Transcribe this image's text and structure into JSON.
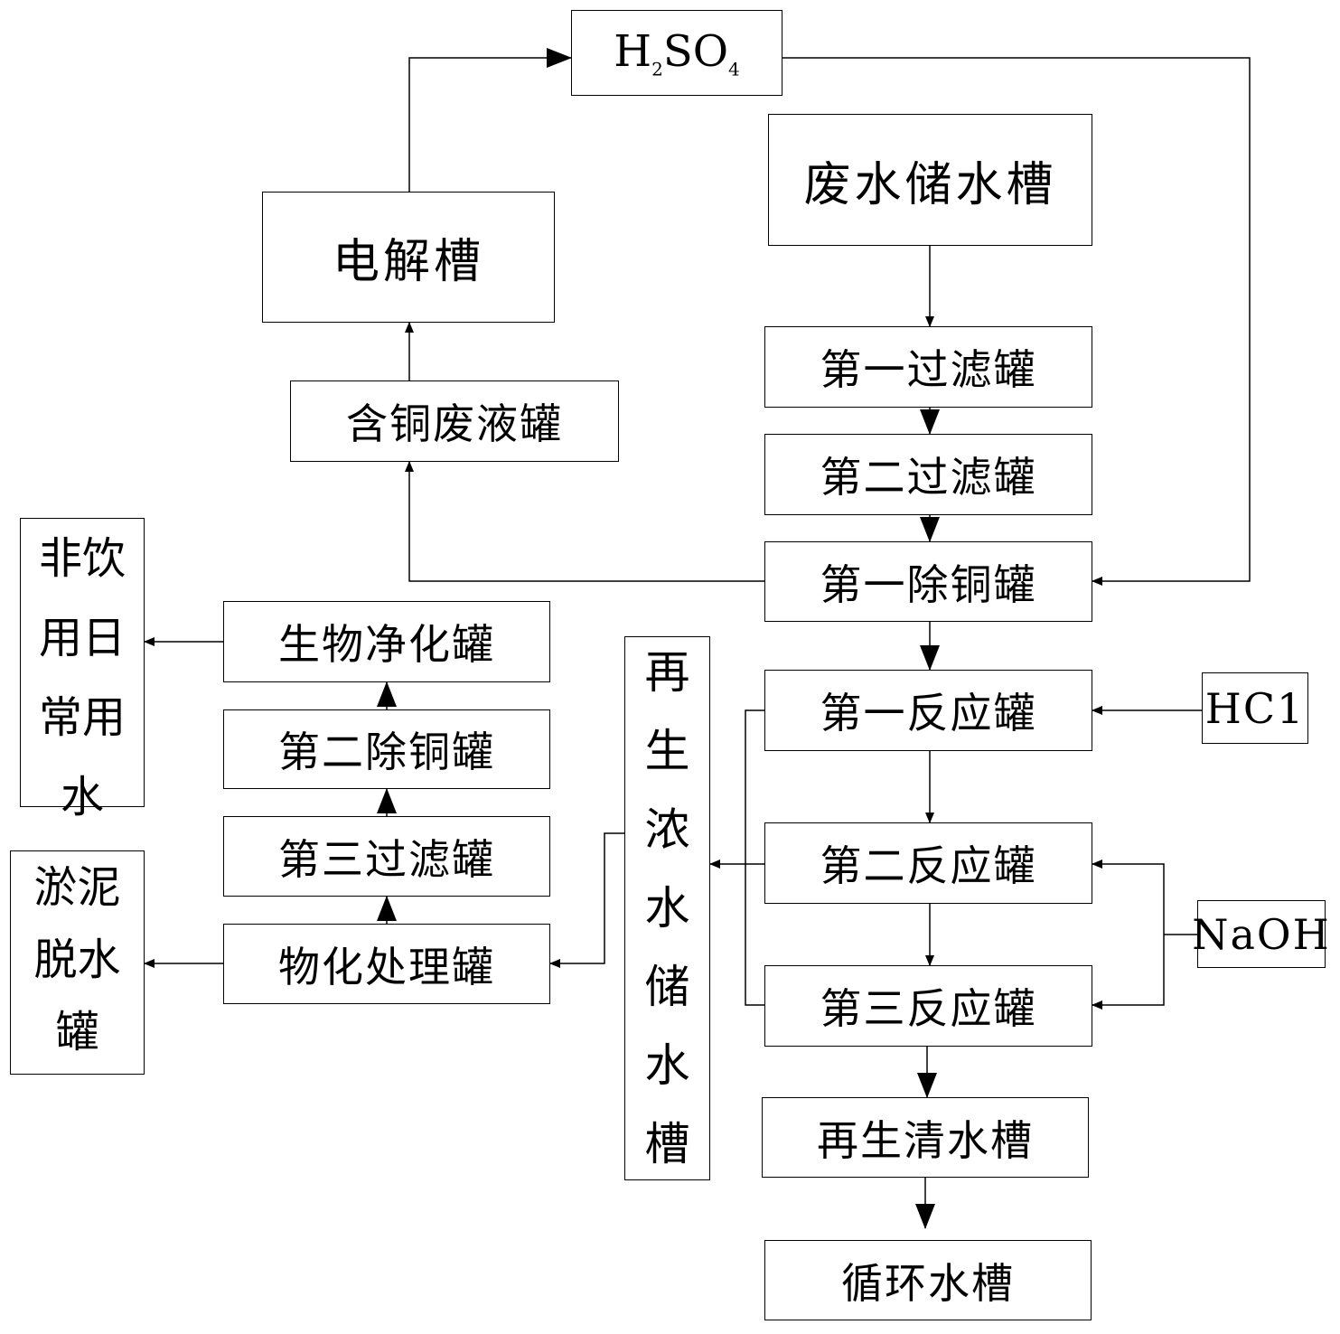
{
  "nodes": {
    "h2so4": {
      "prefix": "H",
      "sub1": "2",
      "mid": "SO",
      "sub2": "4"
    },
    "wastewater_tank": "废水储水槽",
    "electrolytic_cell": "电解槽",
    "first_filter": "第一过滤罐",
    "copper_waste_tank": "含铜废液罐",
    "second_filter": "第二过滤罐",
    "first_copper_removal": "第一除铜罐",
    "non_potable_water": "非饮用日常用水",
    "bio_purification": "生物净化罐",
    "regen_concentrate_tank": "再生浓水储水槽",
    "first_reaction": "第一反应罐",
    "hcl": "HC1",
    "second_copper_removal": "第二除铜罐",
    "third_filter": "第三过滤罐",
    "second_reaction": "第二反应罐",
    "naoh": "NaOH",
    "sludge_dewatering": "淤泥脱水罐",
    "physchem_treatment": "物化处理罐",
    "third_reaction": "第三反应罐",
    "regen_clean_tank": "再生清水槽",
    "circulation_tank": "循环水槽"
  }
}
